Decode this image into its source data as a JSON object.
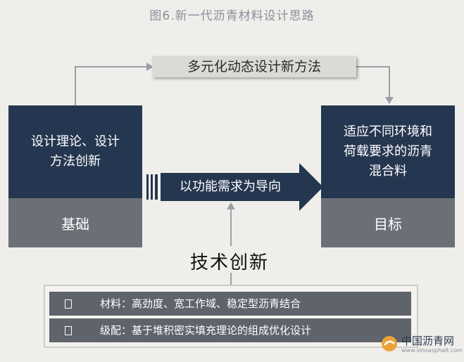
{
  "title": "图6.新一代沥青材料设计思路",
  "method_banner": "多元化动态设计新方法",
  "basis": {
    "content": "设计理论、设计方法创新",
    "label": "基础"
  },
  "goal": {
    "content": "适应不同环境和荷载要求的沥青混合料",
    "label": "目标"
  },
  "arrow_text": "以功能需求为导向",
  "innovation": {
    "heading": "技术创新",
    "items": [
      "材料：高劲度、宽工作域、稳定型沥青结合",
      "级配：基于堆积密实填充理论的组成优化设计"
    ]
  },
  "watermark": {
    "name": "中国沥青网",
    "url": "www.sinoasphalt.com"
  }
}
